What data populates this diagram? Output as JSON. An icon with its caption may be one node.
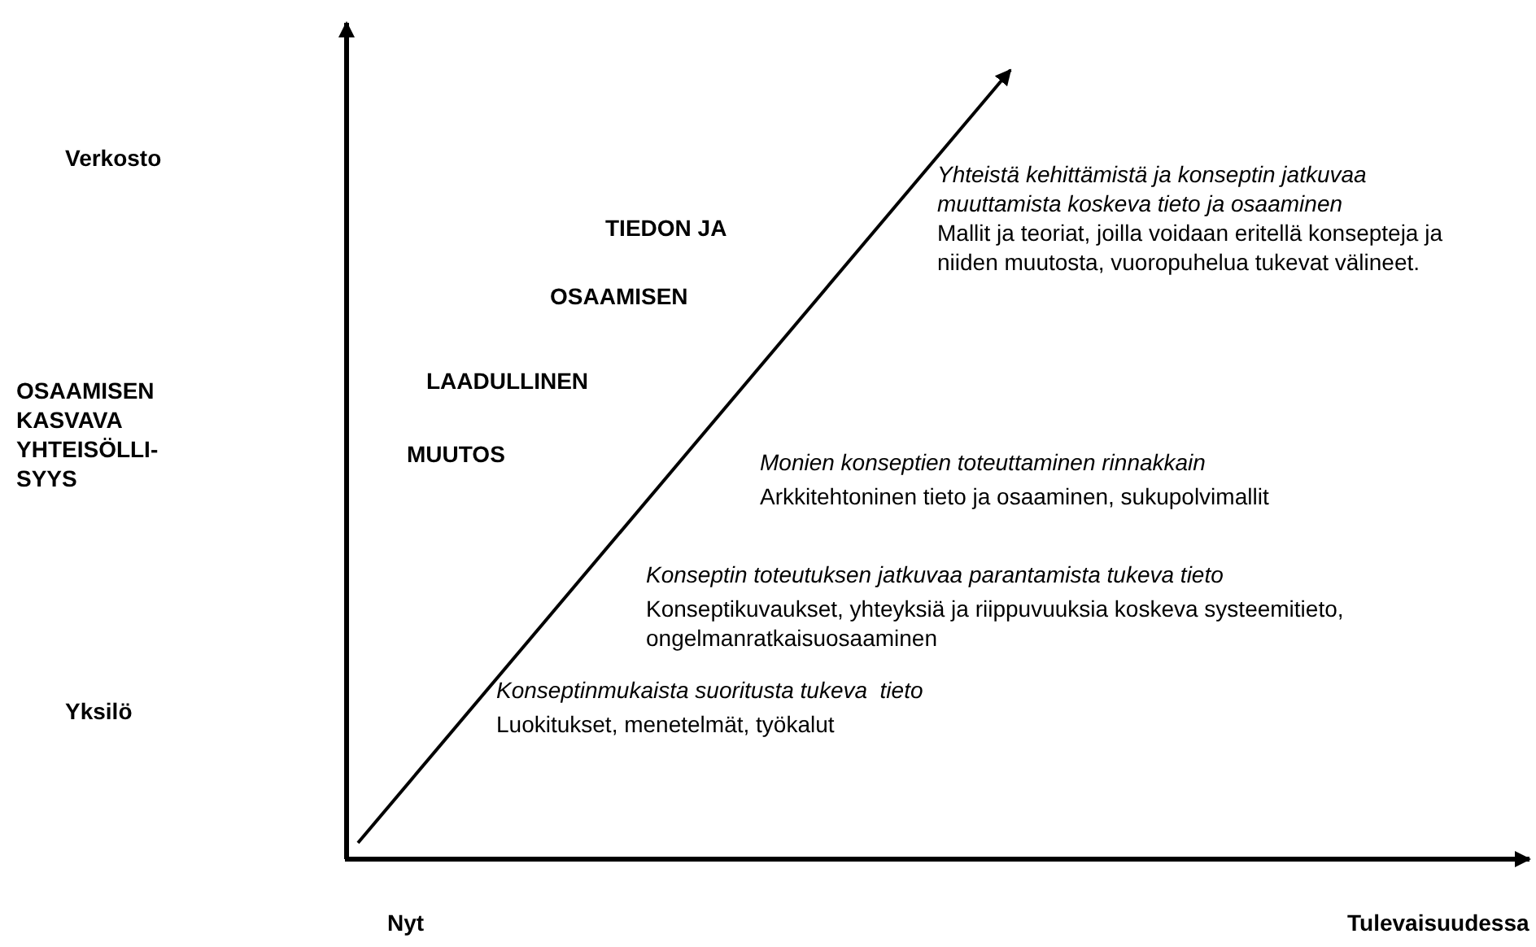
{
  "diagram": {
    "labels": [
      "Verkosto",
      "TIEDON JA",
      "Yhteistä kehittämistä ja konseptin jatkuvaa muuttamista koskeva tieto ja osaaminen",
      "Mallit ja teoriat, joilla voidaan eritellä konsepteja ja niiden muutosta, vuoropuhelua tukevat välineet.",
      "OSAAMISEN",
      "LAADULLINEN",
      "OSAAMISEN KASVAVA YHTEISÖLLI-SYYS",
      "MUUTOS",
      "Monien konseptien toteuttaminen rinnakkain",
      "Arkkitehtoninen tieto ja osaaminen, sukupolvimallit",
      "Konseptin toteutuksen jatkuvaa parantamista tukeva tieto",
      "Konseptikuvaukset, yhteyksiä ja riippuvuuksia koskeva systeemitieto, ongelmanratkaisuosaaminen",
      "Konseptinmukaista suoritusta tukeva  tieto",
      "Luokitukset, menetelmät, työkalut",
      "Yksilö",
      "Nyt",
      "Tulevaisuudessa"
    ]
  }
}
